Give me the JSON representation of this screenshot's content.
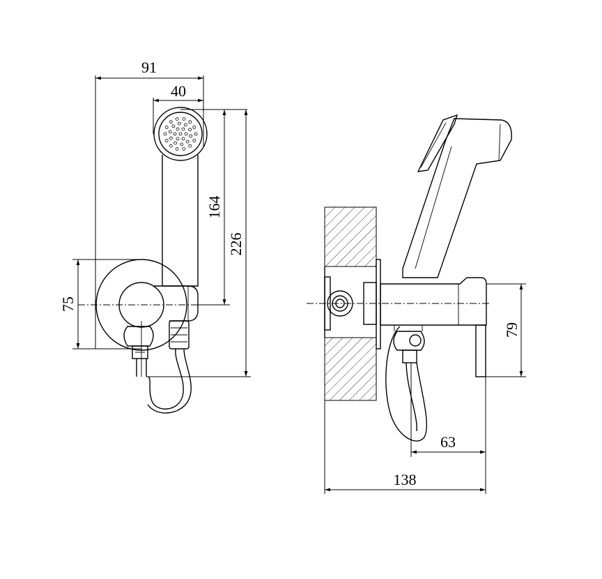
{
  "dimensions": {
    "front_width_overall": "91",
    "front_head_width": "40",
    "front_head_height": "164",
    "front_total_height": "226",
    "front_flange_diameter": "75",
    "side_body_height": "79",
    "side_hose_offset": "63",
    "side_total_depth": "138"
  },
  "colors": {
    "line": "#000000",
    "background": "#ffffff"
  }
}
